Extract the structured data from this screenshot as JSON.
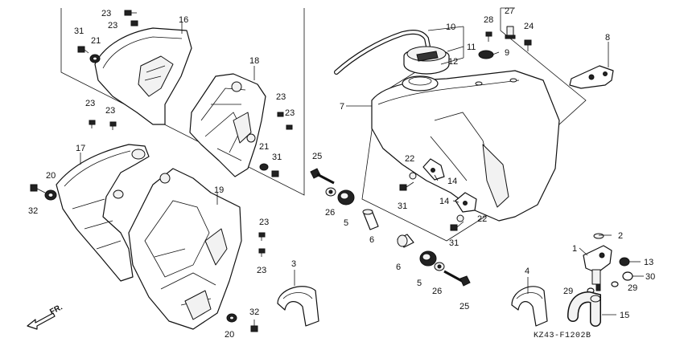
{
  "diagram": {
    "code": "KZ43-F1202B",
    "direction_label": "FR.",
    "callouts": [
      "1",
      "2",
      "3",
      "4",
      "5",
      "6",
      "7",
      "8",
      "9",
      "10",
      "11",
      "12",
      "13",
      "14",
      "15",
      "16",
      "17",
      "18",
      "19",
      "20",
      "21",
      "22",
      "23",
      "24",
      "25",
      "26",
      "27",
      "28",
      "29",
      "30",
      "31",
      "32"
    ]
  }
}
